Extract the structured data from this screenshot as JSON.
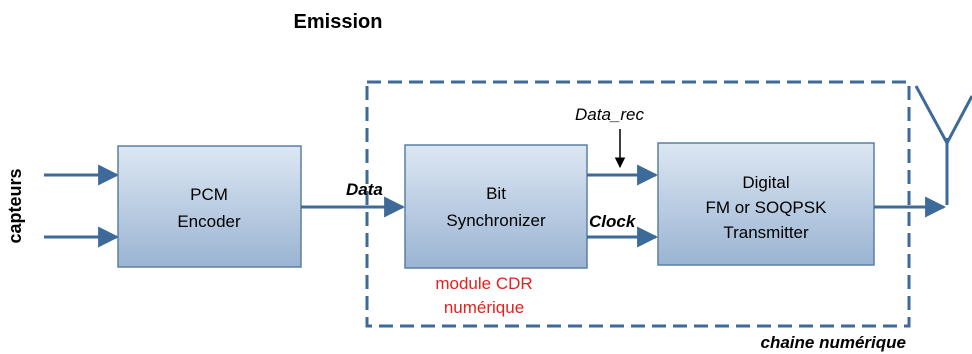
{
  "title": "Emission",
  "side_label": "capteurs",
  "blocks": {
    "pcm": {
      "line1": "PCM",
      "line2": "Encoder"
    },
    "bitsync": {
      "line1": "Bit",
      "line2": "Synchronizer"
    },
    "transmitter": {
      "line1": "Digital",
      "line2": "FM or SOQPSK",
      "line3": "Transmitter"
    }
  },
  "signals": {
    "data": "Data",
    "data_rec": "Data_rec",
    "clock": "Clock"
  },
  "module_note": {
    "line1": "module CDR",
    "line2": "numérique"
  },
  "group_label": "chaine numérique",
  "colors": {
    "box_fill_top": "#dce6f2",
    "box_fill_bottom": "#9bb5d3",
    "box_stroke": "#5b7ea6",
    "arrow": "#3d6a99",
    "dashed_border": "#3d6a99",
    "note_red": "#e2221f",
    "text": "#000000"
  },
  "icons": {
    "antenna": "antenna-icon"
  }
}
